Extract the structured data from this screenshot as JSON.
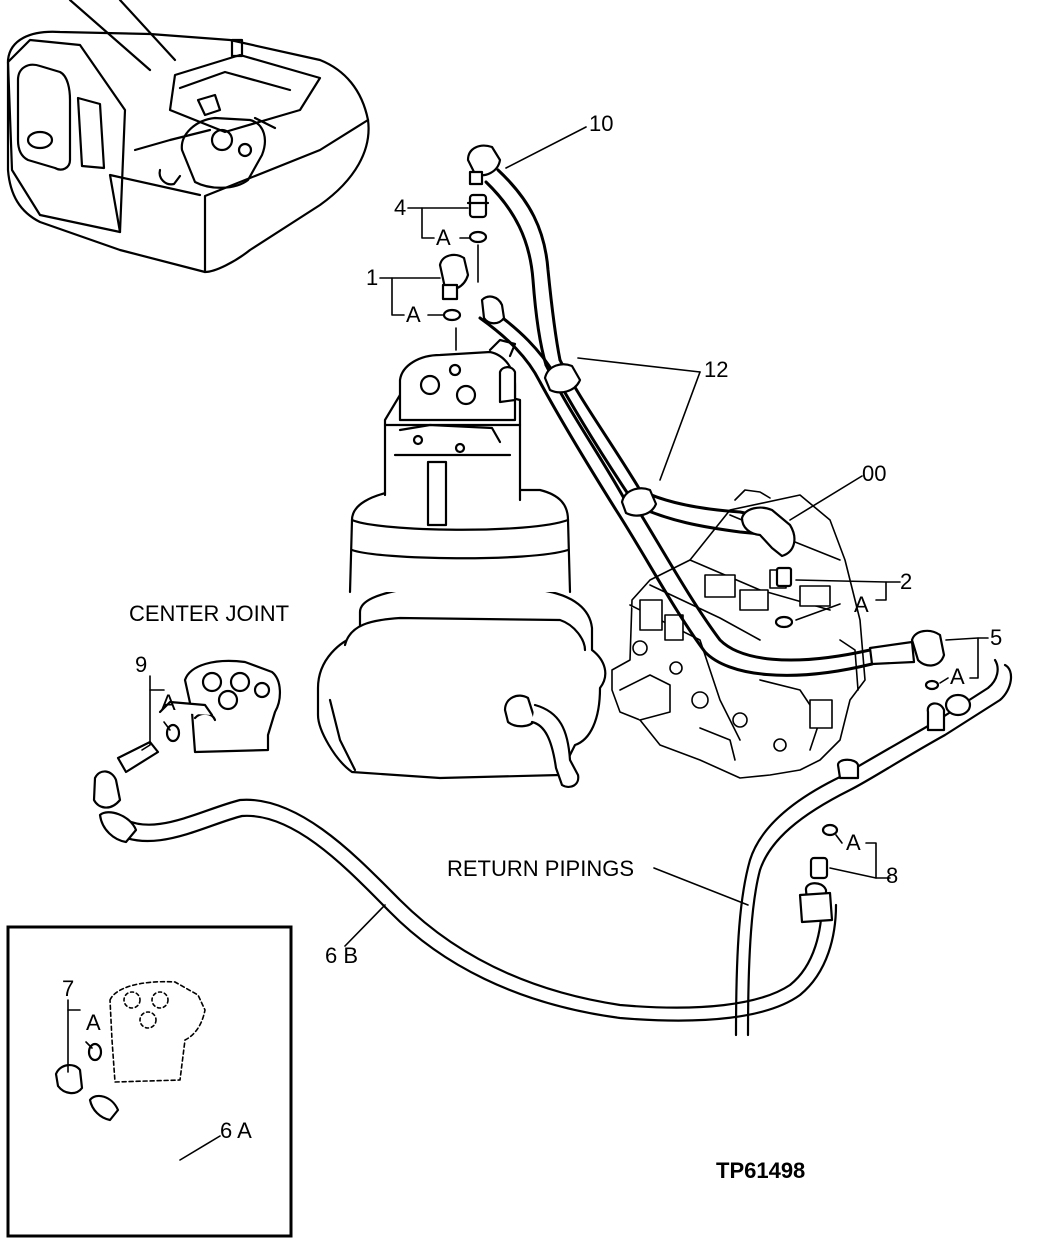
{
  "callouts": {
    "c1": "1",
    "c2": "2",
    "c4": "4",
    "c5": "5",
    "c6a": "6 A",
    "c6b": "6 B",
    "c7": "7",
    "c8": "8",
    "c9": "9",
    "c10": "10",
    "c12": "12",
    "c00": "00",
    "a": "A"
  },
  "labels": {
    "center_joint": "CENTER JOINT",
    "return_pipings": "RETURN PIPINGS",
    "figure_id": "TP61498"
  }
}
